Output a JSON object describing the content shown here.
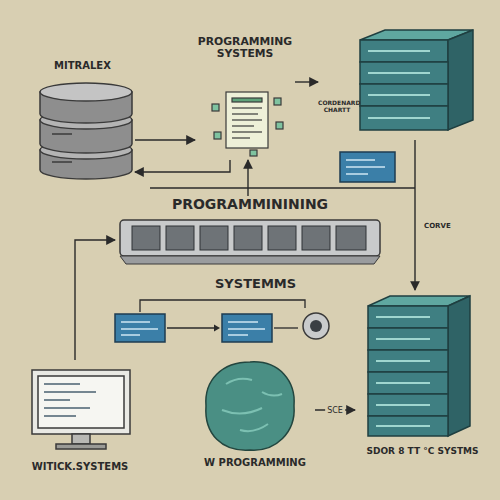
{
  "diagram": {
    "nodes": [
      {
        "text": [
          "MITRALEX"
        ]
      },
      {
        "text": [
          "PROGRAMMING SYSTEMS"
        ]
      },
      {
        "text": [
          "CORDENARD CHARTT"
        ]
      },
      {
        "text": [
          "PROGRAMMININING"
        ]
      },
      {
        "text": [
          "WITICK.SYSTEMS"
        ]
      },
      {
        "text": [
          "W PROGRAMMING"
        ]
      },
      {
        "text": [
          "SDOR 8 TT °C SYSTMS"
        ]
      }
    ],
    "edges": [
      {
        "from": 0,
        "to": 1,
        "arrow": "to"
      },
      {
        "from": 1,
        "to": 0,
        "arrow": "to"
      },
      {
        "from": 1,
        "to": 2,
        "arrow": "to"
      },
      {
        "from": 3,
        "to": 1,
        "arrow": "to"
      },
      {
        "from": 2,
        "to": 6,
        "arrow": "to"
      },
      {
        "from": 4,
        "to": 3,
        "arrow": "to"
      },
      {
        "from": 5,
        "to": 6,
        "label": "SCE",
        "arrow": "to"
      }
    ],
    "labels": [
      "CORVE",
      "SYSTEMMS"
    ]
  }
}
